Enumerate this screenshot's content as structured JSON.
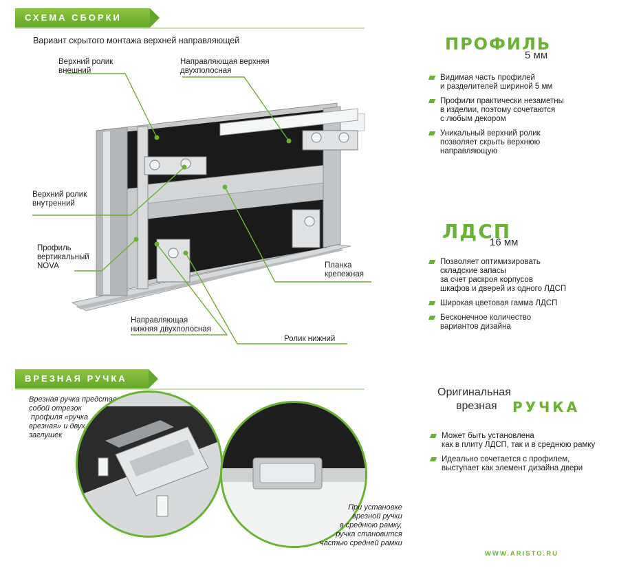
{
  "assembly": {
    "tab_label": "СХЕМА СБОРКИ",
    "subtitle": "Вариант скрытого монтажа верхней направляющей",
    "labels": {
      "top_roller_outer": "Верхний ролик\nвнешний",
      "top_guide": "Направляющая верхняя\nдвухполосная",
      "top_roller_inner": "Верхний ролик\nвнутренний",
      "profile_nova": "Профиль\nвертикальный\nNOVA",
      "mounting_plank": "Планка\nкрепежная",
      "bottom_guide": "Направляющая\nнижняя двухполосная",
      "bottom_roller": "Ролик нижний"
    }
  },
  "profile_section": {
    "title": "ПРОФИЛЬ",
    "sub": "5 мм",
    "bullets": [
      "Видимая часть профилей\nи разделителей шириной 5 мм",
      "Профили практически незаметны\nв изделии, поэтому сочетаются\nс любым декором",
      "Уникальный верхний ролик\nпозволяет скрыть верхнюю\nнаправляющую"
    ]
  },
  "ldsp_section": {
    "title": "ЛДСП",
    "sub": "16 мм",
    "bullets": [
      "Позволяет оптимизировать\nскладские запасы\nза счет раскроя корпусов\nшкафов и дверей из одного ЛДСП",
      "Широкая цветовая гамма ЛДСП",
      "Бесконечное количество\nвариантов дизайна"
    ]
  },
  "handle": {
    "tab_label": "ВРЕЗНАЯ РУЧКА",
    "desc": "Врезная ручка представляет\nсобой отрезок\n профиля «ручка\nврезная» и двух\nзаглушек",
    "desc2": "При установке\nврезной ручки\nв среднюю рамку,\nручка становится\nчастью средней рамки"
  },
  "handle_section": {
    "title_line1": "Оригинальная",
    "title_line2": "врезная",
    "title_word": "РУЧКА",
    "bullets": [
      "Может быть установлена\nкак в плиту ЛДСП, так и в среднюю рамку",
      "Идеально сочетается с профилем,\nвыступает как элемент дизайна двери"
    ]
  },
  "footer": {
    "url": "WWW.ARISTO.RU"
  },
  "colors": {
    "accent": "#6ab232",
    "panel": "#1a1a1a",
    "metal": "#c8cacc"
  }
}
